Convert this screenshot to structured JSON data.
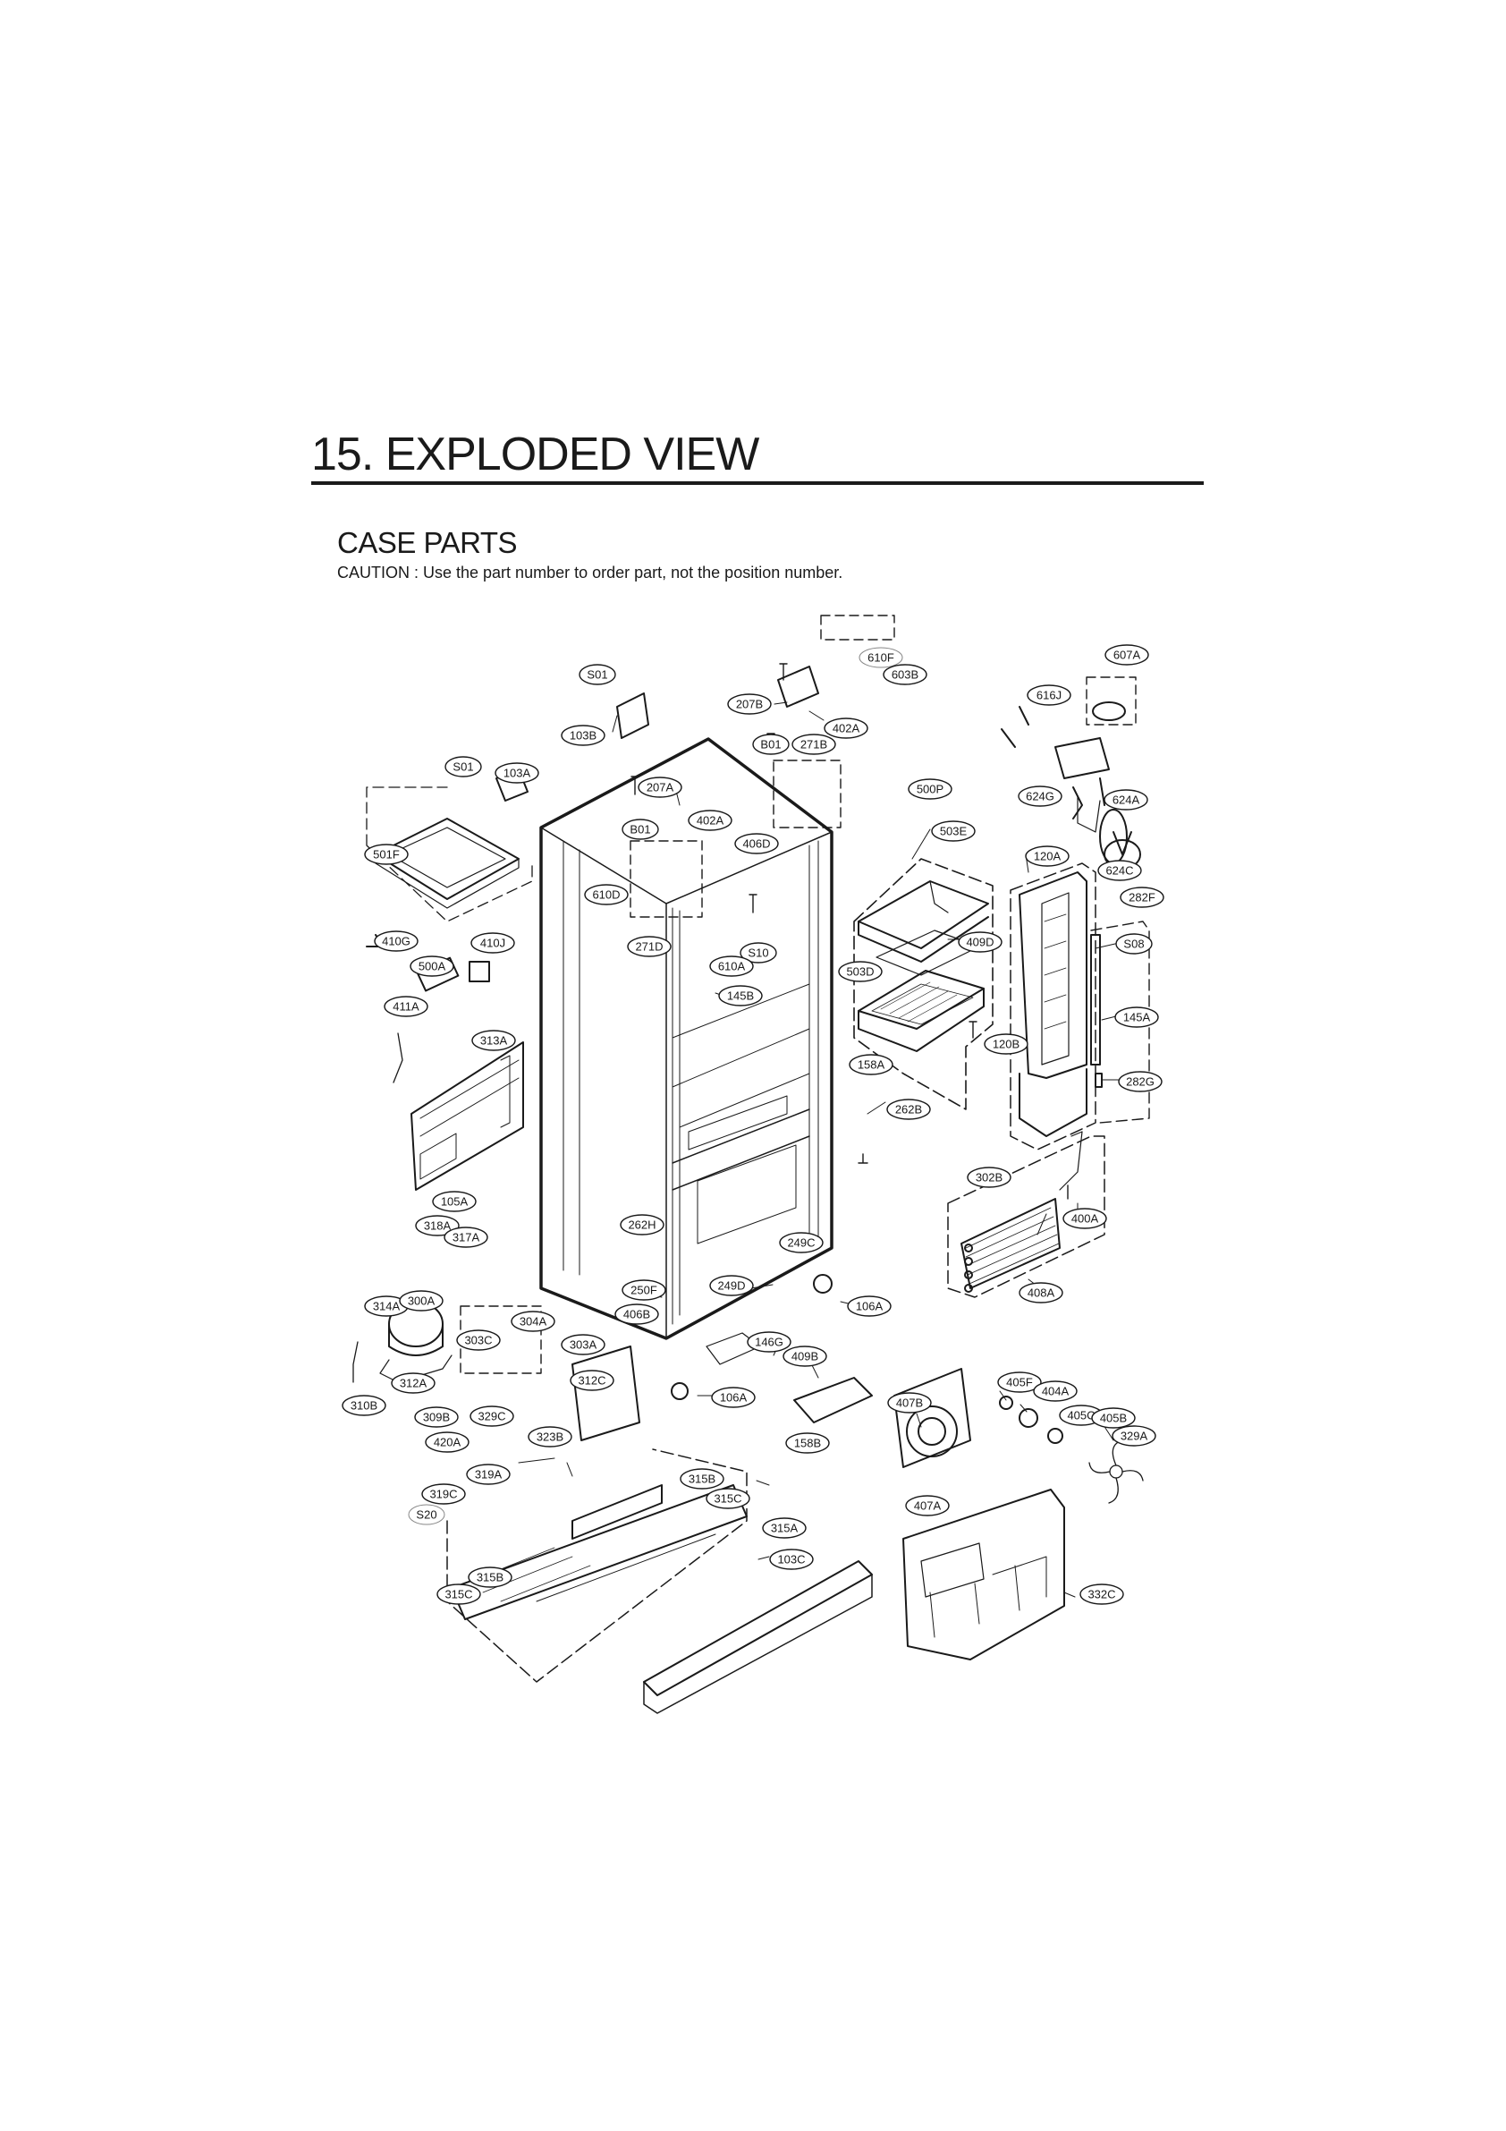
{
  "header": {
    "title": "15. EXPLODED VIEW",
    "section": "CASE PARTS",
    "caution": "CAUTION : Use the part number to order part, not the position number."
  },
  "diagram": {
    "callouts": [
      {
        "id": "c-610F",
        "label": "610F",
        "plain": true
      },
      {
        "id": "c-607A",
        "label": "607A"
      },
      {
        "id": "c-603B",
        "label": "603B"
      },
      {
        "id": "c-616J",
        "label": "616J"
      },
      {
        "id": "c-S01a",
        "label": "S01"
      },
      {
        "id": "c-207B",
        "label": "207B"
      },
      {
        "id": "c-402Aa",
        "label": "402A"
      },
      {
        "id": "c-103B",
        "label": "103B"
      },
      {
        "id": "c-B01a",
        "label": "B01"
      },
      {
        "id": "c-271B",
        "label": "271B"
      },
      {
        "id": "c-S01b",
        "label": "S01"
      },
      {
        "id": "c-103A",
        "label": "103A"
      },
      {
        "id": "c-207A",
        "label": "207A"
      },
      {
        "id": "c-500P",
        "label": "500P"
      },
      {
        "id": "c-624G",
        "label": "624G"
      },
      {
        "id": "c-624A",
        "label": "624A"
      },
      {
        "id": "c-402Ab",
        "label": "402A"
      },
      {
        "id": "c-B01b",
        "label": "B01"
      },
      {
        "id": "c-503E",
        "label": "503E"
      },
      {
        "id": "c-406D",
        "label": "406D"
      },
      {
        "id": "c-501F",
        "label": "501F"
      },
      {
        "id": "c-610D",
        "label": "610D"
      },
      {
        "id": "c-120A",
        "label": "120A"
      },
      {
        "id": "c-624C",
        "label": "624C"
      },
      {
        "id": "c-282F",
        "label": "282F"
      },
      {
        "id": "c-410G",
        "label": "410G"
      },
      {
        "id": "c-410J",
        "label": "410J"
      },
      {
        "id": "c-271D",
        "label": "271D"
      },
      {
        "id": "c-S10",
        "label": "S10"
      },
      {
        "id": "c-409D",
        "label": "409D"
      },
      {
        "id": "c-S08",
        "label": "S08"
      },
      {
        "id": "c-500A",
        "label": "500A"
      },
      {
        "id": "c-610A",
        "label": "610A"
      },
      {
        "id": "c-503D",
        "label": "503D"
      },
      {
        "id": "c-411A",
        "label": "411A"
      },
      {
        "id": "c-145B",
        "label": "145B"
      },
      {
        "id": "c-145A",
        "label": "145A"
      },
      {
        "id": "c-313A",
        "label": "313A"
      },
      {
        "id": "c-120B",
        "label": "120B"
      },
      {
        "id": "c-158A",
        "label": "158A"
      },
      {
        "id": "c-282G",
        "label": "282G"
      },
      {
        "id": "c-262B",
        "label": "262B"
      },
      {
        "id": "c-302B",
        "label": "302B"
      },
      {
        "id": "c-105A",
        "label": "105A"
      },
      {
        "id": "c-318A",
        "label": "318A"
      },
      {
        "id": "c-262H",
        "label": "262H"
      },
      {
        "id": "c-400A",
        "label": "400A"
      },
      {
        "id": "c-317A",
        "label": "317A"
      },
      {
        "id": "c-249C",
        "label": "249C"
      },
      {
        "id": "c-249D",
        "label": "249D"
      },
      {
        "id": "c-250F",
        "label": "250F"
      },
      {
        "id": "c-408A",
        "label": "408A"
      },
      {
        "id": "c-314A",
        "label": "314A"
      },
      {
        "id": "c-300A",
        "label": "300A"
      },
      {
        "id": "c-106Aa",
        "label": "106A"
      },
      {
        "id": "c-406B",
        "label": "406B"
      },
      {
        "id": "c-304A",
        "label": "304A"
      },
      {
        "id": "c-303C",
        "label": "303C"
      },
      {
        "id": "c-303A",
        "label": "303A"
      },
      {
        "id": "c-146G",
        "label": "146G"
      },
      {
        "id": "c-409B",
        "label": "409B"
      },
      {
        "id": "c-312A",
        "label": "312A"
      },
      {
        "id": "c-312C",
        "label": "312C"
      },
      {
        "id": "c-405F",
        "label": "405F"
      },
      {
        "id": "c-404A",
        "label": "404A"
      },
      {
        "id": "c-310B",
        "label": "310B"
      },
      {
        "id": "c-106Ab",
        "label": "106A"
      },
      {
        "id": "c-407B",
        "label": "407B"
      },
      {
        "id": "c-405C",
        "label": "405C"
      },
      {
        "id": "c-405B",
        "label": "405B"
      },
      {
        "id": "c-309B",
        "label": "309B"
      },
      {
        "id": "c-329C",
        "label": "329C"
      },
      {
        "id": "c-329A",
        "label": "329A"
      },
      {
        "id": "c-420A",
        "label": "420A"
      },
      {
        "id": "c-323B",
        "label": "323B"
      },
      {
        "id": "c-158B",
        "label": "158B"
      },
      {
        "id": "c-319A",
        "label": "319A"
      },
      {
        "id": "c-315Ba",
        "label": "315B"
      },
      {
        "id": "c-315Ca",
        "label": "315C"
      },
      {
        "id": "c-319C",
        "label": "319C"
      },
      {
        "id": "c-407A",
        "label": "407A"
      },
      {
        "id": "c-S20",
        "label": "S20",
        "plain": true
      },
      {
        "id": "c-315A",
        "label": "315A"
      },
      {
        "id": "c-103C",
        "label": "103C"
      },
      {
        "id": "c-315Bb",
        "label": "315B"
      },
      {
        "id": "c-315Cb",
        "label": "315C"
      },
      {
        "id": "c-332C",
        "label": "332C"
      }
    ]
  }
}
